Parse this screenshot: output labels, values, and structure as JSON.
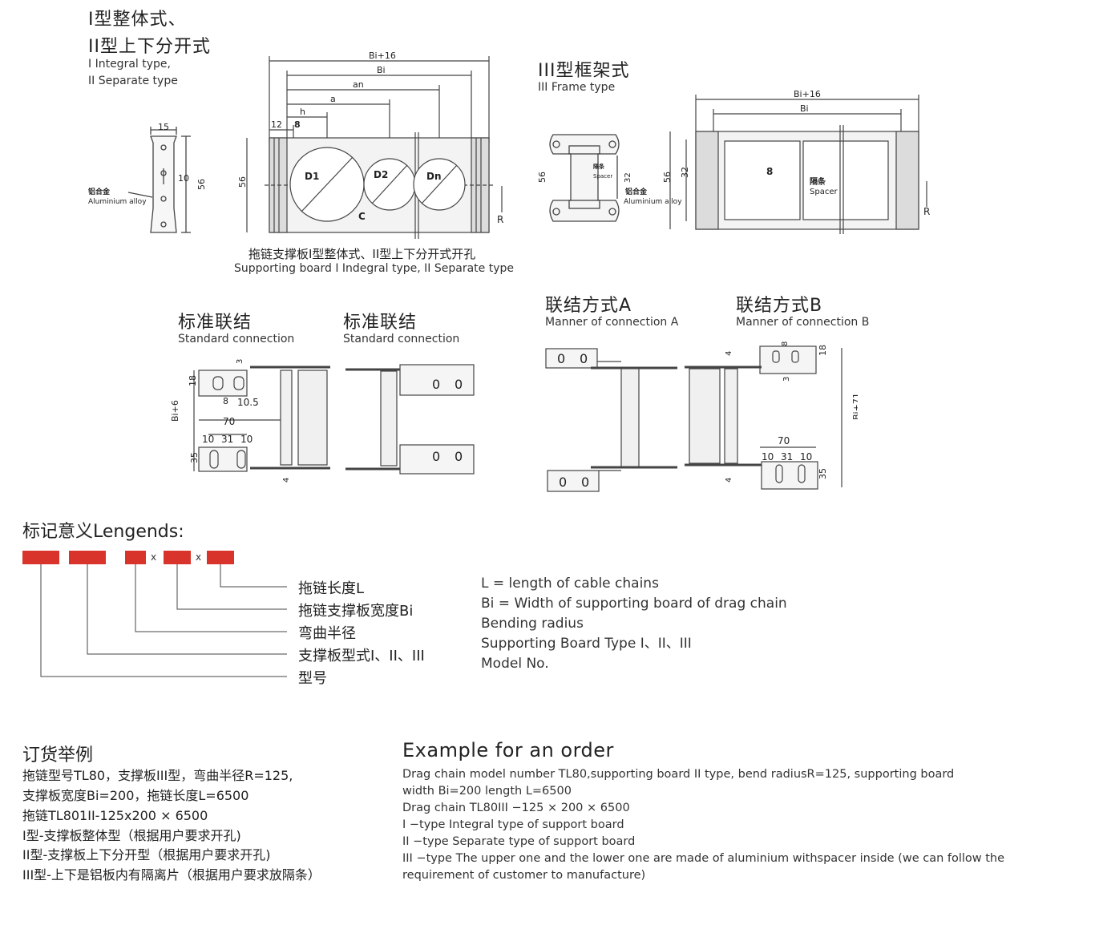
{
  "section1": {
    "title_line1": "I型整体式、",
    "title_line2": "II型上下分开式",
    "sub_line1": "I Integral type,",
    "sub_line2": "II Separate type",
    "caption_zh": "拖链支撑板I型整体式、II型上下分开式开孔",
    "caption_en": "Supporting board I Indegral type, II Separate type",
    "dims": {
      "width": "15",
      "hole": "10",
      "height": "56",
      "alloy_zh": "铝合金",
      "alloy_en": "Aluminium alloy",
      "bi16": "Bi+16",
      "bi": "Bi",
      "an": "an",
      "a": "a",
      "h": "h",
      "d12": "12",
      "d8": "8",
      "h56": "56",
      "d1": "D1",
      "d2": "D2",
      "dn": "Dn",
      "c": "C",
      "r": "R"
    }
  },
  "section3": {
    "title": "III型框架式",
    "subtitle": "III Frame type",
    "dims": {
      "h56": "56",
      "spacer_zh": "隔条",
      "spacer_en": "Spacer",
      "d32": "32",
      "alloy_zh": "铝合金",
      "alloy_en": "Aluminium alloy",
      "bi16": "Bi+16",
      "bi": "Bi",
      "d56": "56",
      "d32b": "32",
      "d8": "8",
      "spacer2_zh": "隔条",
      "spacer2_en": "Spacer",
      "r": "R"
    }
  },
  "connections": [
    {
      "title_zh": "标准联结",
      "title_en": "Standard connection"
    },
    {
      "title_zh": "标准联结",
      "title_en": "Standard connection"
    },
    {
      "title_zh": "联结方式A",
      "title_en": "Manner of connection A"
    },
    {
      "title_zh": "联结方式B",
      "title_en": "Manner of connection B"
    }
  ],
  "conn_dims": {
    "d18": "18",
    "d3": "3",
    "d8": "8",
    "d105": "10.5",
    "bi6": "Bi+6",
    "d70": "70",
    "d10a": "10",
    "d31": "31",
    "d10b": "10",
    "d35": "35",
    "d4": "4",
    "bi71": "Bi+71",
    "zero": "0"
  },
  "legend": {
    "heading": "标记意义Lengends:",
    "x": "x",
    "items_zh": [
      "拖链长度L",
      "拖链支撑板宽度Bi",
      "弯曲半径",
      "支撑板型式I、II、III",
      "型号"
    ],
    "items_en": [
      "L = length of cable chains",
      "Bi = Width of supporting board of drag chain",
      "Bending radius",
      "Supporting Board Type I、II、III",
      "Model No."
    ],
    "box_color": "#d9342b"
  },
  "order": {
    "heading_zh": "订货举例",
    "lines_zh": [
      "拖链型号TL80，支撑板III型，弯曲半径R=125,",
      "支撑板宽度Bi=200，拖链长度L=6500",
      "拖链TL801II-125x200 × 6500",
      "I型-支撑板整体型（根据用户要求开孔)",
      "II型-支撑板上下分开型（根据用户要求开孔)",
      "III型-上下是铝板内有隔离片（根据用户要求放隔条）"
    ],
    "heading_en": "Example for an order",
    "lines_en": [
      "Drag chain model number TL80,supporting board II type, bend radiusR=125, supporting board",
      "width Bi=200 length L=6500",
      "Drag chain TL80III −125 × 200 × 6500",
      "I −type Integral type of support board",
      "II −type Separate type of support board",
      "III −type The upper one and the lower one are made of aluminium withspacer inside (we can follow the",
      "requirement of customer to manufacture)"
    ]
  }
}
